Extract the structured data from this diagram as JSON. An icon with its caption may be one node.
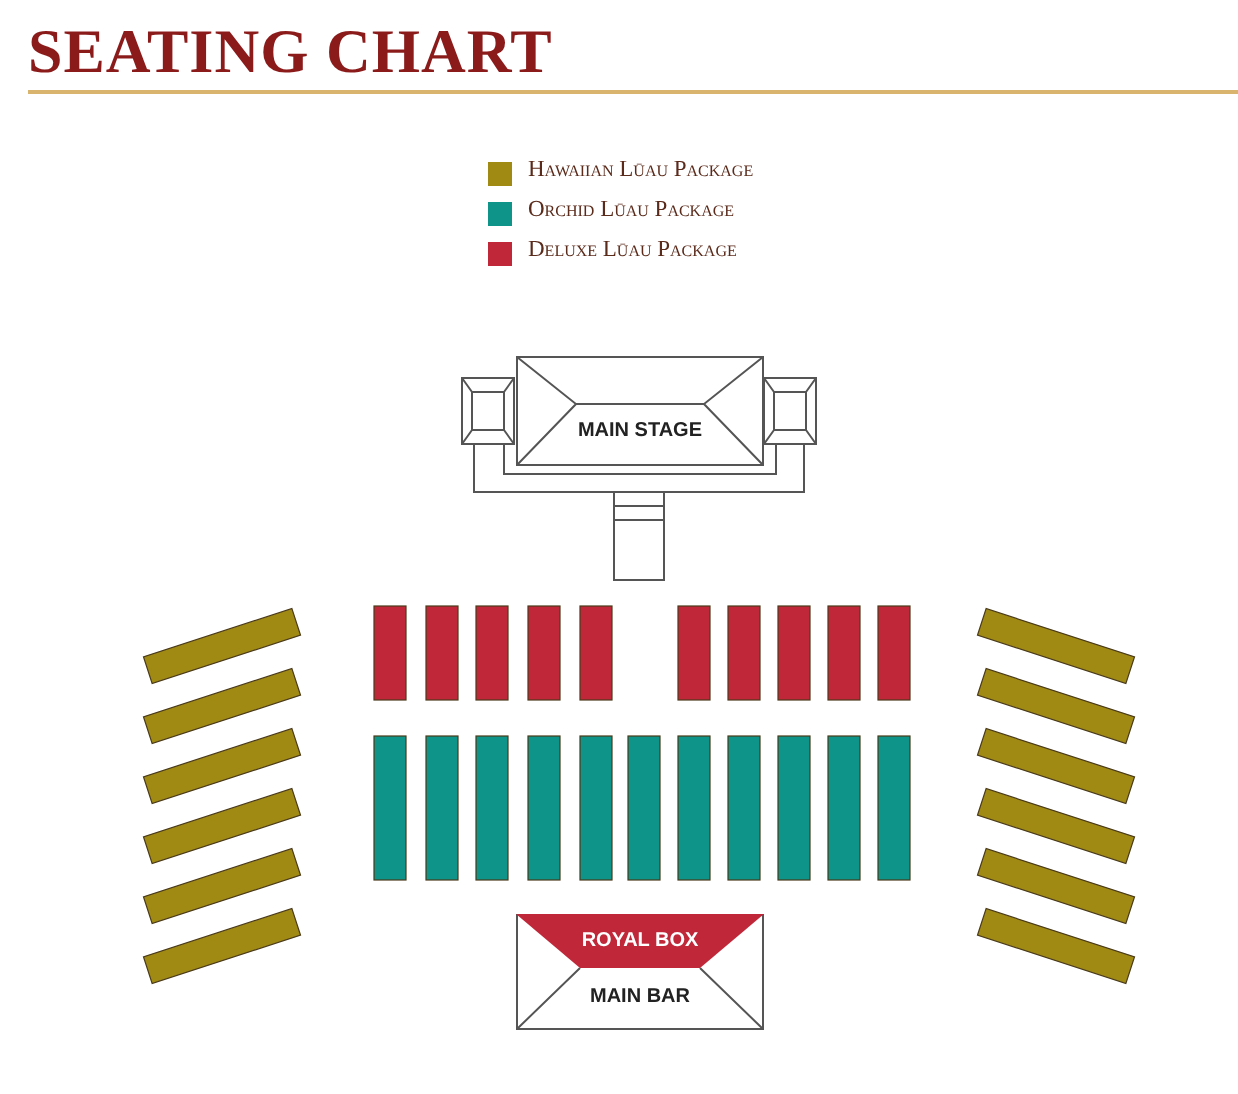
{
  "diagram": {
    "title": "SEATING CHART",
    "nodes": [
      {
        "text": [
          "MAIN STAGE"
        ]
      },
      {
        "text": [
          "MAIN BAR"
        ]
      },
      {
        "text": [
          "ROYAL BOX"
        ],
        "in": 1
      }
    ],
    "legend": [
      {
        "text": "Hawaiian Lūau Package",
        "color": "#a08a14"
      },
      {
        "text": "Orchid Lūau Package",
        "color": "#0e9488"
      },
      {
        "text": "Deluxe Lūau Package",
        "color": "#c0283a"
      }
    ]
  }
}
